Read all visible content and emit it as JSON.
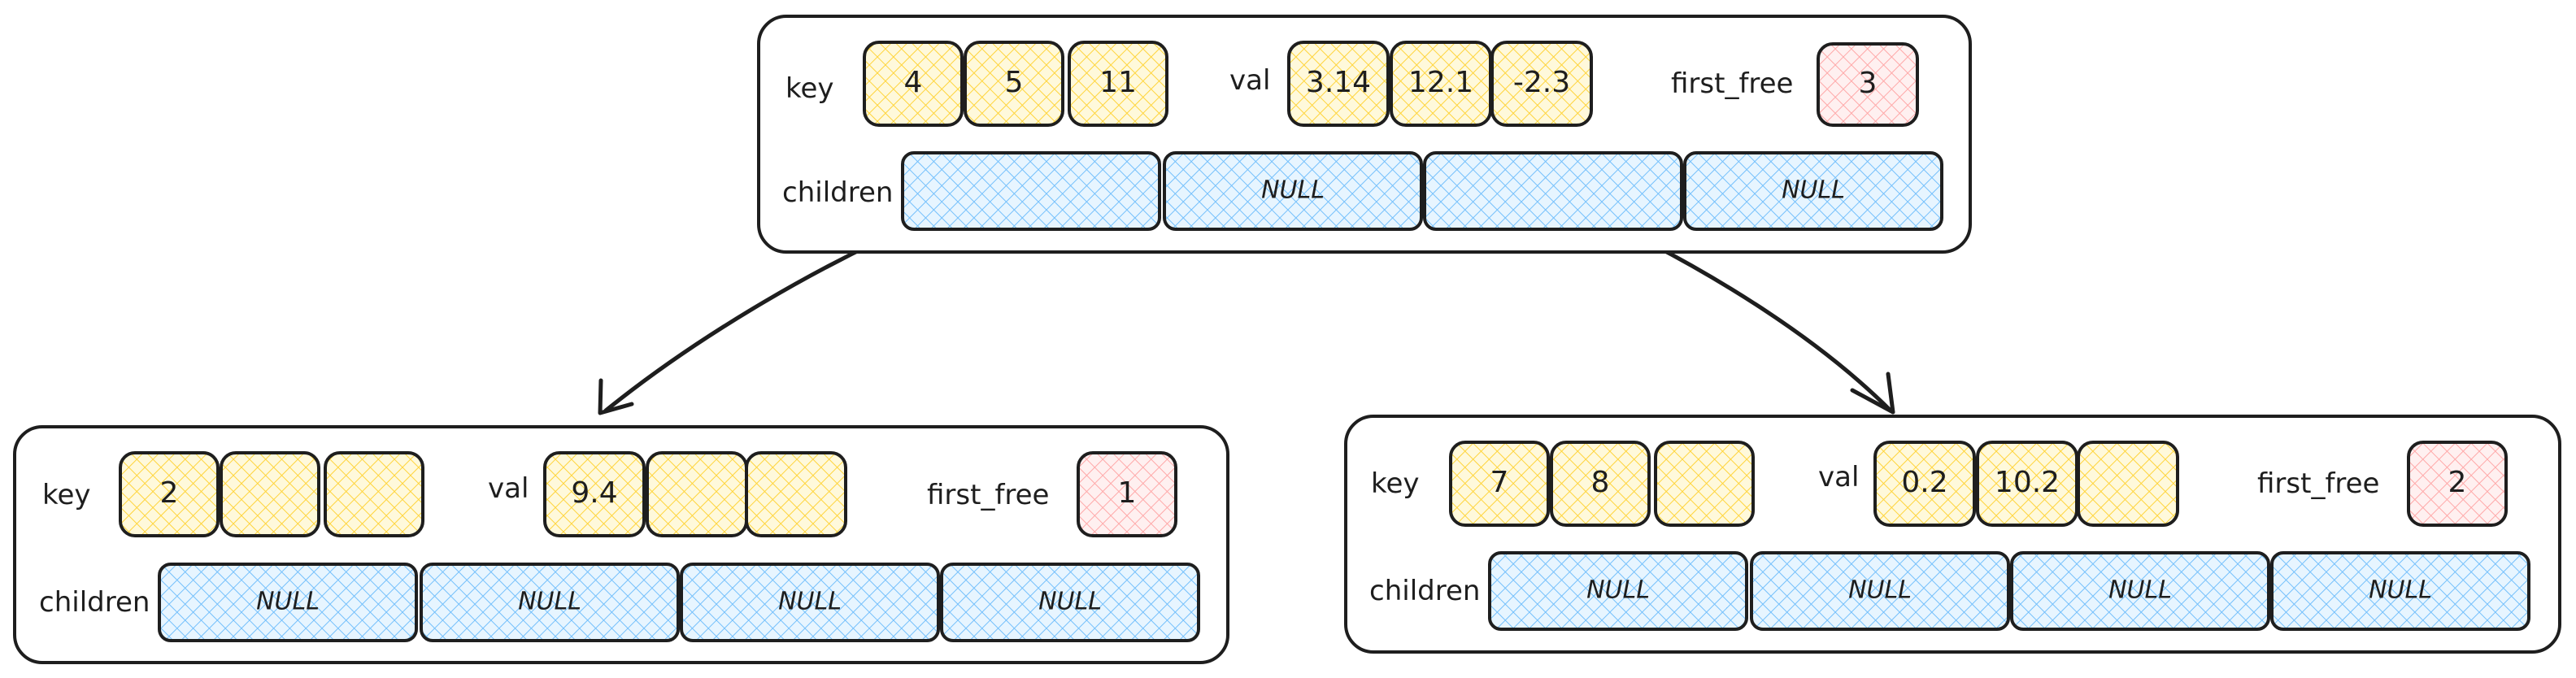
{
  "colors": {
    "key_fill": "#ffec99",
    "val_fill": "#ffec99",
    "free_fill": "#ffc9c9",
    "child_fill": "#a5d8ff",
    "stroke": "#1e1e1e"
  },
  "labels": {
    "key": "key",
    "val": "val",
    "first_free": "first_free",
    "children": "children"
  },
  "nodes": [
    {
      "id": "root",
      "keys": [
        "4",
        "5",
        "11"
      ],
      "vals": [
        "3.14",
        "12.1",
        "-2.3"
      ],
      "first_free": "3",
      "children": [
        "",
        "NULL",
        "",
        "NULL"
      ]
    },
    {
      "id": "left",
      "keys": [
        "2",
        "",
        ""
      ],
      "vals": [
        "9.4",
        "",
        ""
      ],
      "first_free": "1",
      "children": [
        "NULL",
        "NULL",
        "NULL",
        "NULL"
      ]
    },
    {
      "id": "right",
      "keys": [
        "7",
        "8",
        ""
      ],
      "vals": [
        "0.2",
        "10.2",
        ""
      ],
      "first_free": "2",
      "children": [
        "NULL",
        "NULL",
        "NULL",
        "NULL"
      ]
    }
  ],
  "edges": [
    {
      "from": "root",
      "child_index": 0,
      "to": "left"
    },
    {
      "from": "root",
      "child_index": 2,
      "to": "right"
    }
  ]
}
